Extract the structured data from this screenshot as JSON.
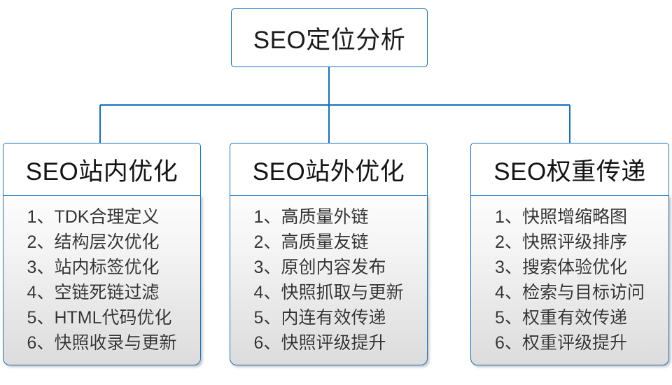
{
  "diagram": {
    "type": "hierarchy",
    "root": {
      "label": "SEO定位分析"
    },
    "branches": [
      {
        "header": "SEO站内优化",
        "items": [
          "1、TDK合理定义",
          "2、结构层次优化",
          "3、站内标签优化",
          "4、空链死链过滤",
          "5、HTML代码优化",
          "6、快照收录与更新"
        ]
      },
      {
        "header": "SEO站外优化",
        "items": [
          "1、高质量外链",
          "2、高质量友链",
          "3、原创内容发布",
          "4、快照抓取与更新",
          "5、内连有效传递",
          "6、快照评级提升"
        ]
      },
      {
        "header": "SEO权重传递",
        "items": [
          "1、快照增缩略图",
          "2、快照评级排序",
          "3、搜索体验优化",
          "4、检索与目标访问",
          "5、权重有效传递",
          "6、权重评级提升"
        ]
      }
    ],
    "colors": {
      "border": "#1270c1",
      "connector": "#1270c1",
      "root_text": "#1b1b1b",
      "header_text": "#141414",
      "item_text": "#333333",
      "panel_top": "#fdfdfd",
      "panel_bottom": "#dcdcdc",
      "background": "#ffffff"
    }
  }
}
